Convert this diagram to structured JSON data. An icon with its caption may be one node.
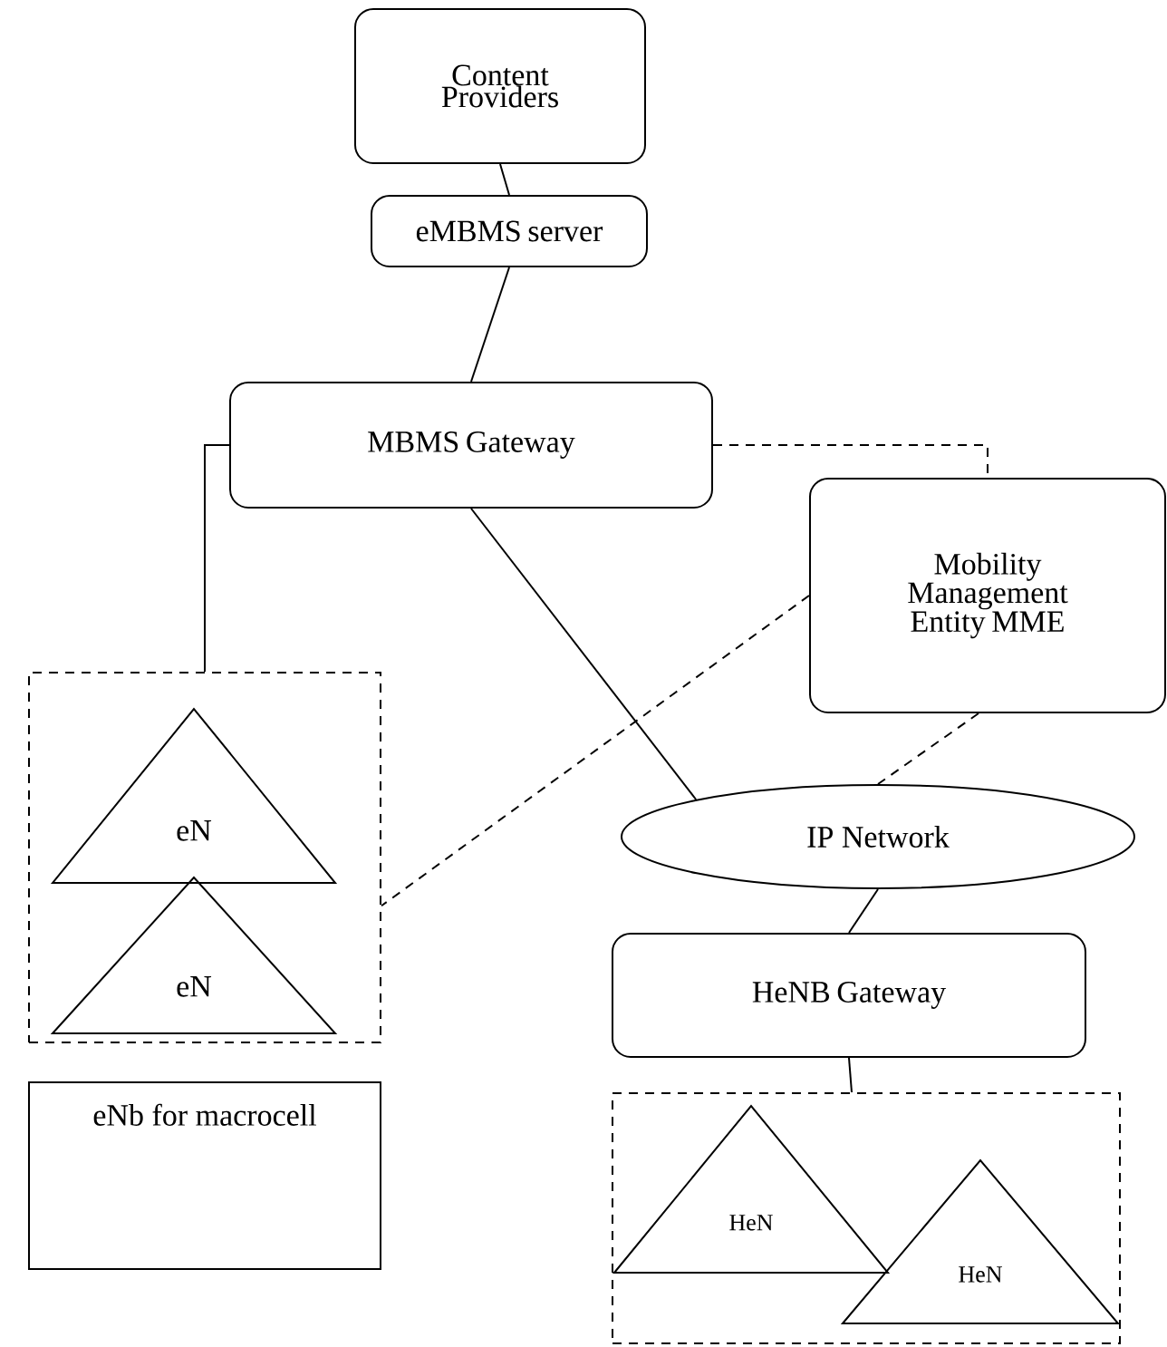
{
  "diagram": {
    "nodes": [
      {
        "text": [
          "Content Providers"
        ]
      },
      {
        "text": [
          "eMBMS server"
        ]
      },
      {
        "text": [
          "MBMS Gateway"
        ]
      },
      {
        "text": [
          "Mobility Management Entity MME"
        ]
      },
      {
        "text": [],
        "shape": "box"
      },
      {
        "text": [
          "eN"
        ],
        "in": 4
      },
      {
        "text": [
          "eN"
        ],
        "in": 4
      },
      {
        "text": [
          "IP Network"
        ]
      },
      {
        "text": [
          "HeNB Gateway"
        ]
      },
      {
        "text": [],
        "shape": "box"
      },
      {
        "text": [
          "HeN"
        ],
        "in": 9
      },
      {
        "text": [
          "HeN"
        ],
        "in": 9
      },
      {
        "text": [
          "eNb for macrocell"
        ]
      }
    ],
    "edges": [
      {
        "from": 0,
        "to": 1,
        "arrow": "none"
      },
      {
        "from": 1,
        "to": 2,
        "arrow": "none"
      },
      {
        "from": 2,
        "to": 4,
        "arrow": "none"
      },
      {
        "from": 2,
        "to": 7,
        "arrow": "none"
      },
      {
        "from": 2,
        "to": 3,
        "arrow": "none",
        "style": "dashed"
      },
      {
        "from": 3,
        "to": 4,
        "arrow": "none",
        "style": "dashed"
      },
      {
        "from": 3,
        "to": 7,
        "arrow": "none",
        "style": "dashed"
      },
      {
        "from": 7,
        "to": 8,
        "arrow": "none"
      },
      {
        "from": 8,
        "to": 9,
        "arrow": "none"
      }
    ]
  }
}
